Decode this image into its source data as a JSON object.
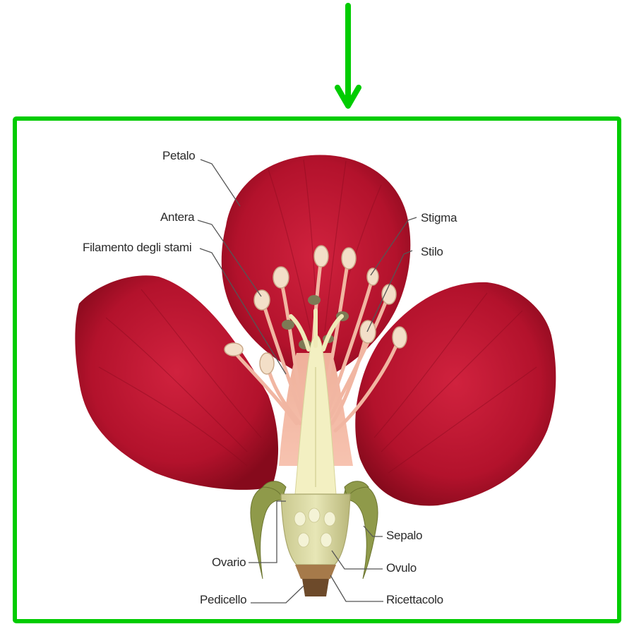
{
  "diagram": {
    "labels": {
      "petalo": "Petalo",
      "antera": "Antera",
      "filamento": "Filamento degli stami",
      "stigma": "Stigma",
      "stilo": "Stilo",
      "sepalo": "Sepalo",
      "ovario": "Ovario",
      "ovulo": "Ovulo",
      "pedicello": "Pedicello",
      "ricettacolo": "Ricettacolo"
    },
    "colors": {
      "frame": "#00cc00",
      "arrow": "#00cc00",
      "petal": "#b3122c",
      "petal_dark": "#8a0a1e",
      "petal_light": "#d63a52",
      "stamen": "#f1d9c4",
      "filament_base": "#f4b8a8",
      "pistil": "#f3f0c2",
      "sepal": "#8f9a4a",
      "leader_line": "#555555"
    },
    "icons": [
      "down-arrow-icon"
    ]
  }
}
